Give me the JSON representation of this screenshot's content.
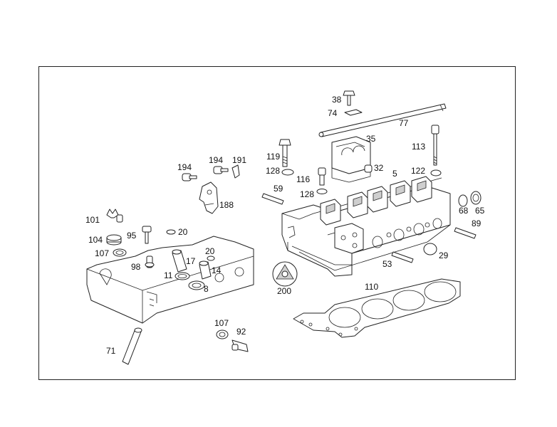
{
  "labels": [
    {
      "id": "38",
      "text": "38"
    },
    {
      "id": "74",
      "text": "74"
    },
    {
      "id": "77",
      "text": "77"
    },
    {
      "id": "35",
      "text": "35"
    },
    {
      "id": "119",
      "text": "119"
    },
    {
      "id": "113",
      "text": "113"
    },
    {
      "id": "128a",
      "text": "128"
    },
    {
      "id": "32",
      "text": "32"
    },
    {
      "id": "122",
      "text": "122"
    },
    {
      "id": "116",
      "text": "116"
    },
    {
      "id": "5",
      "text": "5"
    },
    {
      "id": "59",
      "text": "59"
    },
    {
      "id": "128b",
      "text": "128"
    },
    {
      "id": "68",
      "text": "68"
    },
    {
      "id": "65",
      "text": "65"
    },
    {
      "id": "194a",
      "text": "194"
    },
    {
      "id": "194b",
      "text": "194"
    },
    {
      "id": "191",
      "text": "191"
    },
    {
      "id": "188",
      "text": "188"
    },
    {
      "id": "89",
      "text": "89"
    },
    {
      "id": "101",
      "text": "101"
    },
    {
      "id": "95",
      "text": "95"
    },
    {
      "id": "20a",
      "text": "20"
    },
    {
      "id": "104",
      "text": "104"
    },
    {
      "id": "20b",
      "text": "20"
    },
    {
      "id": "107a",
      "text": "107"
    },
    {
      "id": "17",
      "text": "17"
    },
    {
      "id": "98",
      "text": "98"
    },
    {
      "id": "14",
      "text": "14"
    },
    {
      "id": "11",
      "text": "11"
    },
    {
      "id": "8",
      "text": "8"
    },
    {
      "id": "29",
      "text": "29"
    },
    {
      "id": "53",
      "text": "53"
    },
    {
      "id": "200",
      "text": "200"
    },
    {
      "id": "110",
      "text": "110"
    },
    {
      "id": "107b",
      "text": "107"
    },
    {
      "id": "92",
      "text": "92"
    },
    {
      "id": "71",
      "text": "71"
    }
  ]
}
